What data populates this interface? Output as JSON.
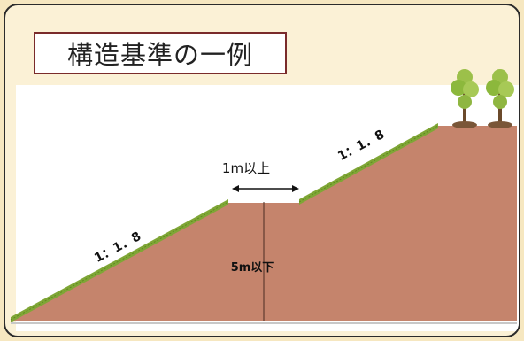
{
  "title": "構造基準の一例",
  "labels": {
    "lower_slope_ratio": "1：1．8",
    "upper_slope_ratio": "1：1．8",
    "berm_width": "1m以上",
    "height": "5m以下"
  },
  "colors": {
    "earth": "#c5846c",
    "grass": "#7fa636",
    "title_border": "#7a2b2b",
    "background": "#f6e7c0"
  },
  "icons": [
    "tree-icon",
    "tree-icon"
  ]
}
